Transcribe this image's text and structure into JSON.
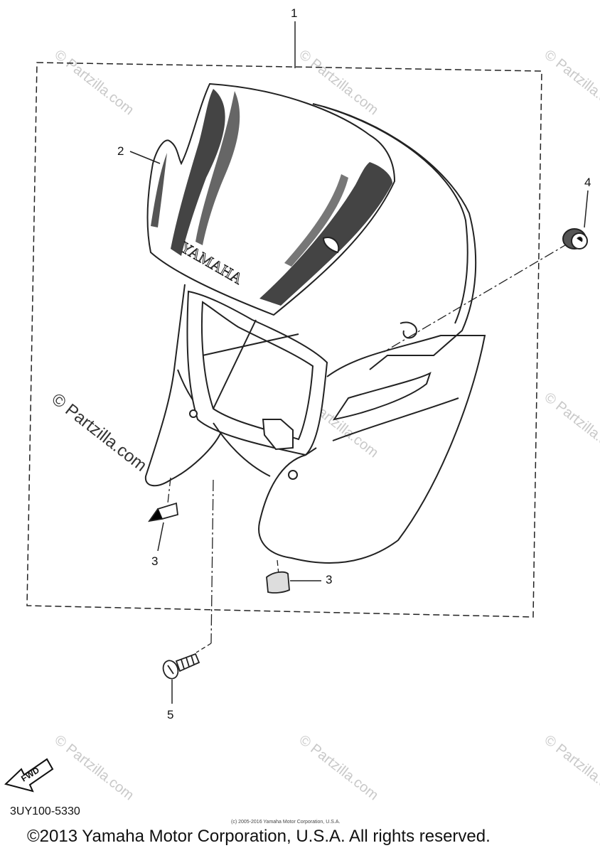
{
  "diagram": {
    "callouts": [
      "1",
      "2",
      "3",
      "3",
      "4",
      "5"
    ],
    "brand_text": "YAMAHA",
    "fwd_label": "FWD",
    "part_code": "3UY100-5330",
    "small_copyright": "(c) 2005-2016 Yamaha Motor Corporation, U.S.A.",
    "copyright": "©2013 Yamaha Motor Corporation, U.S.A. All rights reserved."
  },
  "watermarks": {
    "faint": "© Partzilla.com",
    "strong": "© Partzilla.com"
  }
}
